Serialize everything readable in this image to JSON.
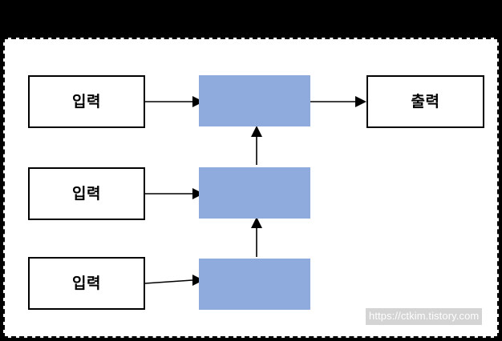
{
  "canvas": {
    "background_color": "#ffffff",
    "border_color": "#000000",
    "border_style": "dashed",
    "outer_background_color": "#000000"
  },
  "diagram": {
    "title": "",
    "process_fill_color": "#8faadc",
    "io_fill_color": "#ffffff",
    "stroke_color": "#000000",
    "nodes": [
      {
        "id": "input-1",
        "type": "io",
        "label": "입력"
      },
      {
        "id": "input-2",
        "type": "io",
        "label": "입력"
      },
      {
        "id": "input-3",
        "type": "io",
        "label": "입력"
      },
      {
        "id": "process-1",
        "type": "process",
        "label": ""
      },
      {
        "id": "process-2",
        "type": "process",
        "label": ""
      },
      {
        "id": "process-3",
        "type": "process",
        "label": ""
      },
      {
        "id": "output-1",
        "type": "io",
        "label": "출력"
      }
    ],
    "edges": [
      {
        "from": "input-1",
        "to": "process-1",
        "direction": "right"
      },
      {
        "from": "input-2",
        "to": "process-2",
        "direction": "right"
      },
      {
        "from": "input-3",
        "to": "process-3",
        "direction": "right"
      },
      {
        "from": "process-3",
        "to": "process-2",
        "direction": "up"
      },
      {
        "from": "process-2",
        "to": "process-1",
        "direction": "up"
      },
      {
        "from": "process-1",
        "to": "output-1",
        "direction": "right"
      }
    ]
  },
  "watermark": {
    "text": "https://ctkim.tistory.com",
    "background_color": "#d4d4d4",
    "text_color": "#ffffff"
  }
}
